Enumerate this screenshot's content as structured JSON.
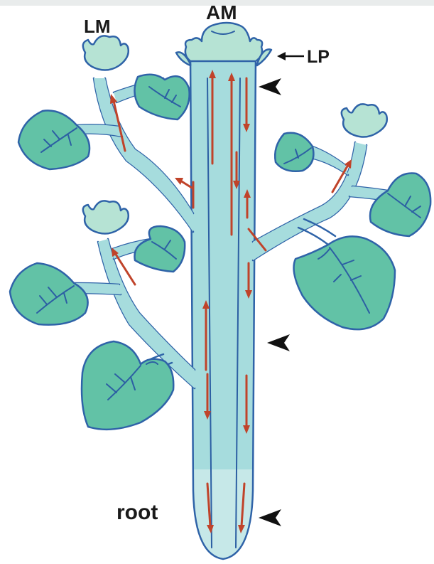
{
  "labels": {
    "apical_meristem": "AM",
    "lateral_meristem": "LM",
    "leaf_primordium": "LP",
    "root": "root"
  },
  "colors": {
    "stem": "#a6dcdd",
    "leaf": "#62c2a6",
    "outline": "#2f63a8",
    "flow_arrow": "#c0432a",
    "marker": "#111111"
  },
  "icons": {
    "lp_pointer": "left-arrow-icon",
    "section_marker": "arrowhead-marker-icon"
  }
}
